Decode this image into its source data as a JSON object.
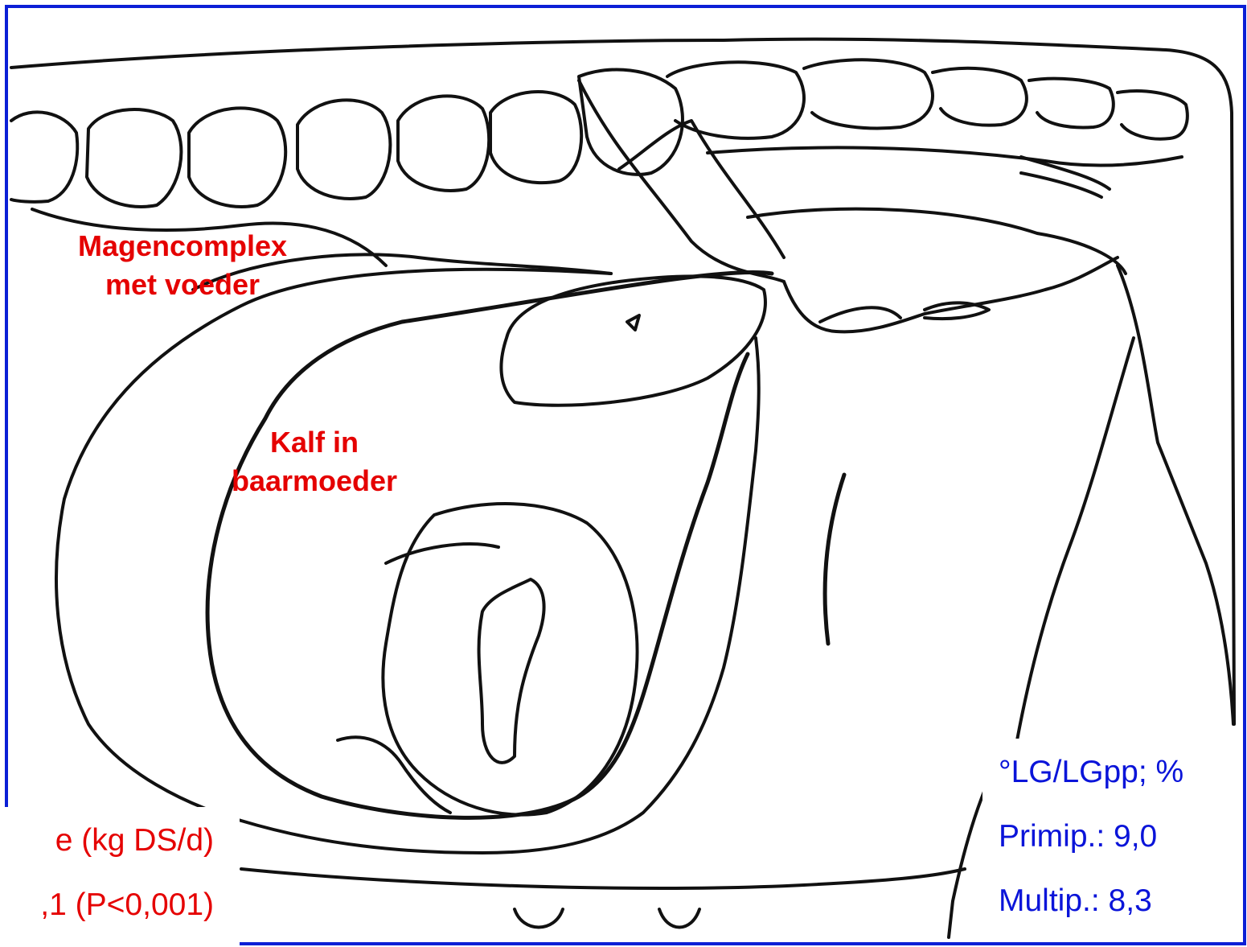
{
  "labels": {
    "stomach": [
      "Magencomplex",
      "met voeder"
    ],
    "calf": [
      "Kalf in",
      "baarmoeder"
    ]
  },
  "left_box": {
    "line1": "e (kg DS/d)",
    "line2": ",1 (P<0,001)"
  },
  "right_box": {
    "line1": "°LG/LGpp; %",
    "line2": "Primip.: 9,0",
    "line3": "Multip.: 8,3"
  },
  "colors": {
    "frame": "#0b1fd6",
    "label_red": "#e50000",
    "label_blue": "#0a14d9",
    "line": "#111111"
  }
}
